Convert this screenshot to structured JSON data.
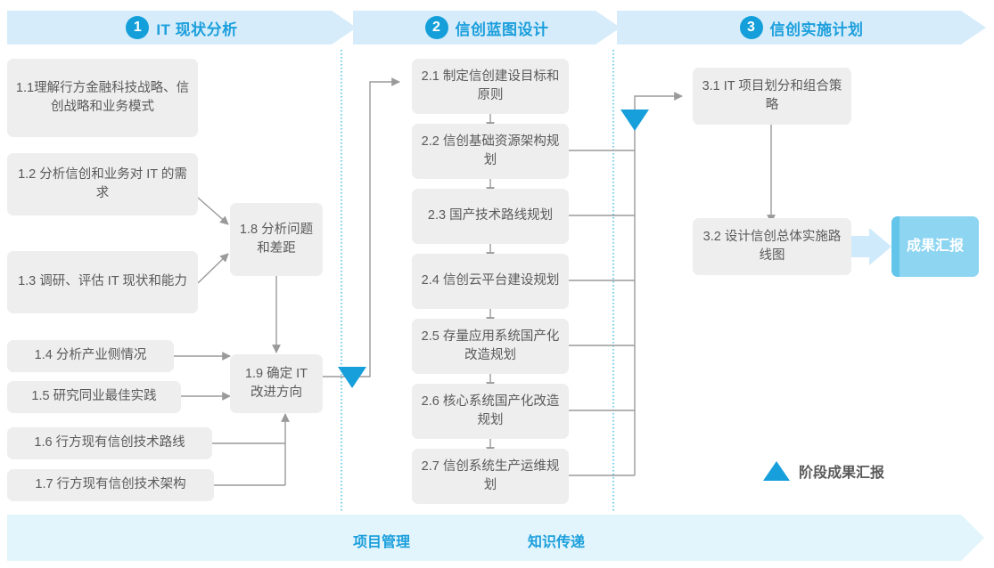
{
  "phases": [
    {
      "number": "1",
      "label": "IT 现状分析"
    },
    {
      "number": "2",
      "label": "信创蓝图设计"
    },
    {
      "number": "3",
      "label": "信创实施计划"
    }
  ],
  "boxes": [
    {
      "id": "1.1",
      "text": "1.1理解行方金融科技战略、信创战略和业务模式"
    },
    {
      "id": "1.2",
      "text": "1.2 分析信创和业务对 IT 的需求"
    },
    {
      "id": "1.3",
      "text": "1.3 调研、评估 IT 现状和能力"
    },
    {
      "id": "1.4",
      "text": "1.4 分析产业侧情况"
    },
    {
      "id": "1.5",
      "text": "1.5 研究同业最佳实践"
    },
    {
      "id": "1.6",
      "text": "1.6 行方现有信创技术路线"
    },
    {
      "id": "1.7",
      "text": "1.7 行方现有信创技术架构"
    },
    {
      "id": "1.8",
      "text": "1.8 分析问题和差距"
    },
    {
      "id": "1.9",
      "text": "1.9 确定 IT 改进方向"
    },
    {
      "id": "2.1",
      "text": "2.1 制定信创建设目标和原则"
    },
    {
      "id": "2.2",
      "text": "2.2 信创基础资源架构规划"
    },
    {
      "id": "2.3",
      "text": "2.3 国产技术路线规划"
    },
    {
      "id": "2.4",
      "text": "2.4 信创云平台建设规划"
    },
    {
      "id": "2.5",
      "text": "2.5 存量应用系统国产化改造规划"
    },
    {
      "id": "2.6",
      "text": "2.6 核心系统国产化改造规划"
    },
    {
      "id": "2.7",
      "text": "2.7 信创系统生产运维规划"
    },
    {
      "id": "3.1",
      "text": "3.1 IT 项目划分和组合策略"
    },
    {
      "id": "3.2",
      "text": "3.2 设计信创总体实施路线图"
    }
  ],
  "result_button": {
    "text": "成果汇报"
  },
  "legend": {
    "icon": "triangle-milestone-icon",
    "text": "阶段成果汇报"
  },
  "bottom_band": {
    "labels": [
      "项目管理",
      "知识传递"
    ]
  },
  "colors": {
    "banner_fill": "#d6ecfa",
    "accent_blue": "#1b9fdc",
    "milestone_blue": "#169fdb",
    "box_fill": "#eeeeee",
    "box_text": "#5a5a5a",
    "connector_gray": "#9a9a9a",
    "result_fill": "#8ed5f2",
    "result_stripe": "#63c5ea",
    "band_fill": "#e2f4fc",
    "divider_dotted": "#4fc3e8"
  }
}
